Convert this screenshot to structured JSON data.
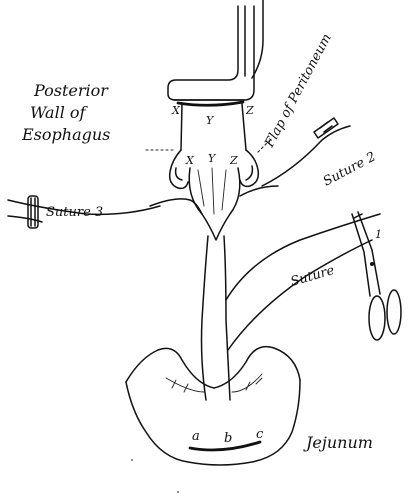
{
  "labels": {
    "posterior_line1": "Posterior",
    "posterior_line2": "Wall of",
    "posterior_line3": "Esophagus",
    "flap": "Flap of Peritoneum",
    "suture_2": "Suture 2",
    "suture_3": "Suture 3",
    "suture": "Suture",
    "jejunum": "Jejunum",
    "upper_x": "X",
    "upper_y": "Y",
    "upper_z": "Z",
    "lower_x": "X",
    "lower_y": "Y",
    "lower_z": "Z",
    "a": "a",
    "b": "b",
    "c": "c",
    "clamp_mark": "1"
  },
  "icons": {
    "suture_2_clamp": "clamp-icon",
    "suture_3_clamp": "clamp-icon",
    "scissors": "scissors-icon"
  },
  "colors": {
    "ink": "#111111",
    "paper": "#ffffff"
  }
}
